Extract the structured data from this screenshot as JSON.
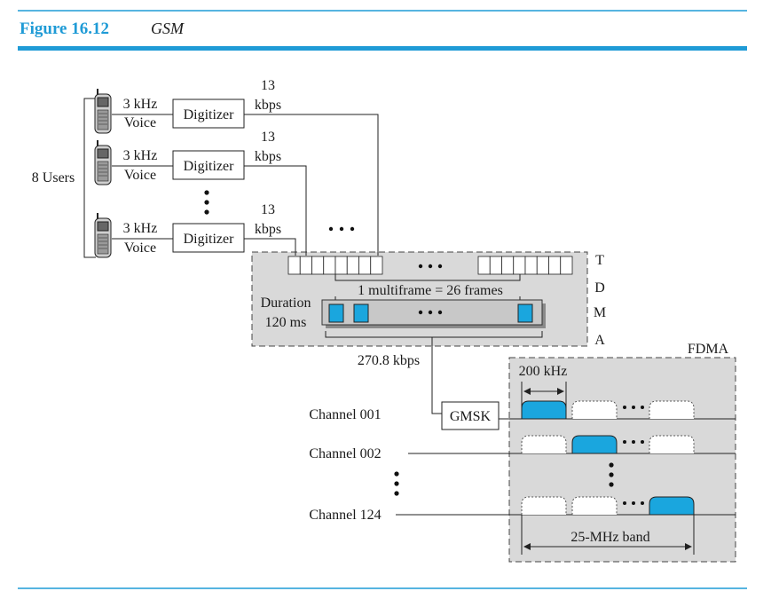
{
  "figure": {
    "number": "Figure 16.12",
    "title": "GSM",
    "accent_color": "#1f9bd6"
  },
  "users": {
    "group_label": "8 Users",
    "rows": [
      {
        "voice_line1": "3 kHz",
        "voice_line2": "Voice",
        "digitizer": "Digitizer",
        "rate_line1": "13",
        "rate_line2": "kbps"
      },
      {
        "voice_line1": "3 kHz",
        "voice_line2": "Voice",
        "digitizer": "Digitizer",
        "rate_line1": "13",
        "rate_line2": "kbps"
      },
      {
        "voice_line1": "3 kHz",
        "voice_line2": "Voice",
        "digitizer": "Digitizer",
        "rate_line1": "13",
        "rate_line2": "kbps"
      }
    ]
  },
  "tdma": {
    "letters": [
      "T",
      "D",
      "M",
      "A"
    ],
    "multiframe_label": "1 multiframe = 26 frames",
    "duration_line1": "Duration",
    "duration_line2": "120 ms",
    "frames_per_buffer": 8,
    "output_rate": "270.8 kbps",
    "slot_color": "#1aa6de",
    "bar_color": "#c8c8c8"
  },
  "gmsk": {
    "label": "GMSK"
  },
  "channels": [
    {
      "label": "Channel 001"
    },
    {
      "label": "Channel 002"
    },
    {
      "label": "Channel 124"
    }
  ],
  "fdma": {
    "label": "FDMA",
    "channel_bandwidth": "200 kHz",
    "band_label": "25-MHz band",
    "active_carrier_color": "#1aa6de",
    "panel_color": "#d9d9d9"
  }
}
